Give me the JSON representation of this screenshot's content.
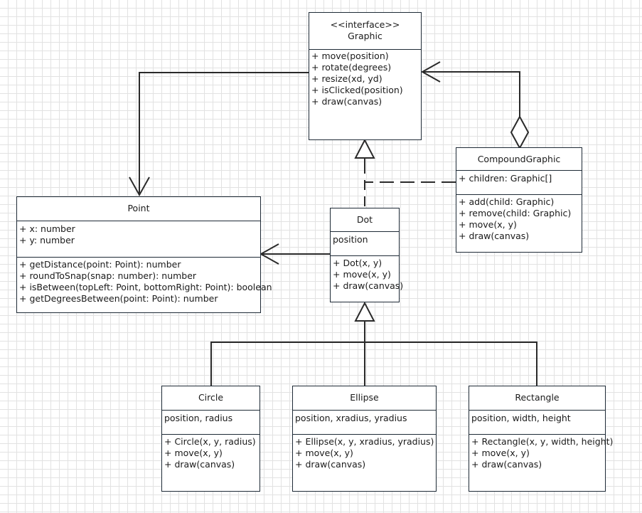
{
  "classes": {
    "graphic": {
      "stereotype": "<<interface>>",
      "name": "Graphic",
      "methods": [
        "+ move(position)",
        "+ rotate(degrees)",
        "+ resize(xd, yd)",
        "+ isClicked(position)",
        "+ draw(canvas)"
      ]
    },
    "compound": {
      "name": "CompoundGraphic",
      "attributes": [
        "+ children: Graphic[]"
      ],
      "methods": [
        "+ add(child: Graphic)",
        "+ remove(child: Graphic)",
        "+ move(x, y)",
        "+ draw(canvas)"
      ]
    },
    "point": {
      "name": "Point",
      "attributes": [
        "+ x: number",
        "+ y: number"
      ],
      "methods": [
        "+ getDistance(point: Point): number",
        "+ roundToSnap(snap: number): number",
        "+ isBetween(topLeft: Point, bottomRight: Point): boolean",
        "+ getDegreesBetween(point: Point): number"
      ]
    },
    "dot": {
      "name": "Dot",
      "attributes": [
        "position"
      ],
      "methods": [
        "+ Dot(x, y)",
        "+ move(x, y)",
        "+ draw(canvas)"
      ]
    },
    "circle": {
      "name": "Circle",
      "attributes": [
        "position, radius"
      ],
      "methods": [
        "+ Circle(x, y, radius)",
        "+ move(x, y)",
        "+ draw(canvas)"
      ]
    },
    "ellipse": {
      "name": "Ellipse",
      "attributes": [
        "position, xradius, yradius"
      ],
      "methods": [
        "+ Ellipse(x, y, xradius, yradius)",
        "+ move(x, y)",
        "+ draw(canvas)"
      ]
    },
    "rectangle": {
      "name": "Rectangle",
      "attributes": [
        "position, width, height"
      ],
      "methods": [
        "+ Rectangle(x, y, width, height)",
        "+ move(x, y)",
        "+ draw(canvas)"
      ]
    }
  },
  "relations": [
    {
      "type": "association",
      "from": "Graphic",
      "to": "Point"
    },
    {
      "type": "aggregation",
      "from": "CompoundGraphic",
      "to": "Graphic"
    },
    {
      "type": "realization",
      "from": "Dot",
      "to": "Graphic"
    },
    {
      "type": "realization",
      "from": "CompoundGraphic",
      "to": "Graphic"
    },
    {
      "type": "association",
      "from": "Dot",
      "to": "Point"
    },
    {
      "type": "generalization",
      "from": "Circle",
      "to": "Dot"
    },
    {
      "type": "generalization",
      "from": "Ellipse",
      "to": "Dot"
    },
    {
      "type": "generalization",
      "from": "Rectangle",
      "to": "Dot"
    }
  ],
  "colors": {
    "line": "#2a2a2a",
    "box_border": "#1e2a36",
    "grid": "#e2e2e2"
  }
}
